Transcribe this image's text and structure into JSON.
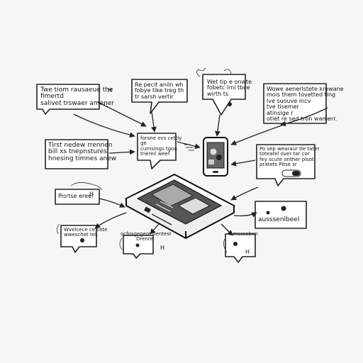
{
  "notes": {
    "n1": [
      "Twe tiom rausaeue the",
      "fimertd",
      "salivet trswaer amener"
    ],
    "n2": [
      "Re pecit aniln wh",
      "fobye tike treg th",
      "tr sarsh vertir"
    ],
    "n3": [
      "Wet tip e onwte",
      "fobetc irni tbce",
      "wirth ts"
    ],
    "n4": [
      "Wowe aenerlstete krewane",
      "mois them tovetted ting",
      "lve suouve incv",
      "tve tisemer",
      "atinsige r",
      "otiet re sed tron wamerr."
    ],
    "n5": [
      "Tirst nedew rrennen",
      "bill xs tnepnstures",
      "hnesing timnes anew"
    ],
    "n6": [
      "forsne ovs cettly",
      "ge",
      "curnsings tgou",
      "tnereil weef"
    ],
    "n7": [
      "Po sep wearaur tle tater",
      "toteatel over tar cor",
      "fey scute onther plsot",
      "pratets Pitse sr"
    ],
    "n8": [
      "Pisrtse ereer"
    ],
    "n9": [
      "Wvelcece ce cete",
      "wweschet tel."
    ],
    "n10": [
      "ocfosgegere oentesr",
      "Drenre"
    ],
    "n11": [
      "ausssenlbeel"
    ],
    "n12": [
      "ll rnssseben"
    ],
    "m1": "H",
    "m2": "H",
    "m3": "H",
    "m4": "H"
  }
}
